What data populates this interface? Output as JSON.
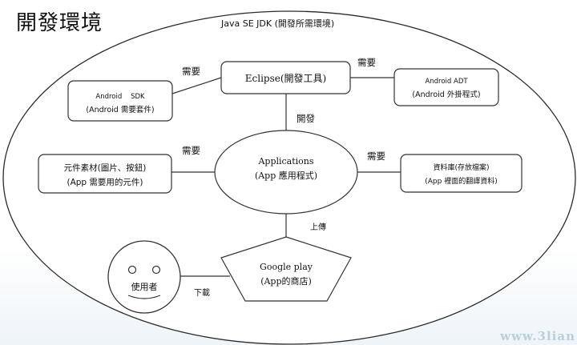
{
  "slide": {
    "heading": "開發環境",
    "watermark": "www.3lian"
  },
  "diagram": {
    "container_label": "Java SE JDK (開發所需環境)",
    "nodes": {
      "eclipse": "Eclipse(開發工具)",
      "android_sdk_line1": "Android    SDK",
      "android_sdk_line2": "(Android 需要套件)",
      "android_adt_line1": "Android ADT",
      "android_adt_line2": "(Android 外掛程式)",
      "applications_line1": "Applications",
      "applications_line2": "(App 應用程式)",
      "components_line1": "元件素材(圖片、按鈕)",
      "components_line2": "(App 需要用的元件)",
      "database_line1": "資料庫(存放檔案)",
      "database_line2": "(App 裡面的翻譯資料)",
      "google_play_line1": "Google play",
      "google_play_line2": "(App的商店)",
      "user": "使用者"
    },
    "edges": {
      "need_sdk": "需要",
      "need_adt": "需要",
      "develop": "開發",
      "need_components": "需要",
      "need_database": "需要",
      "upload": "上傳",
      "download": "下載"
    }
  }
}
